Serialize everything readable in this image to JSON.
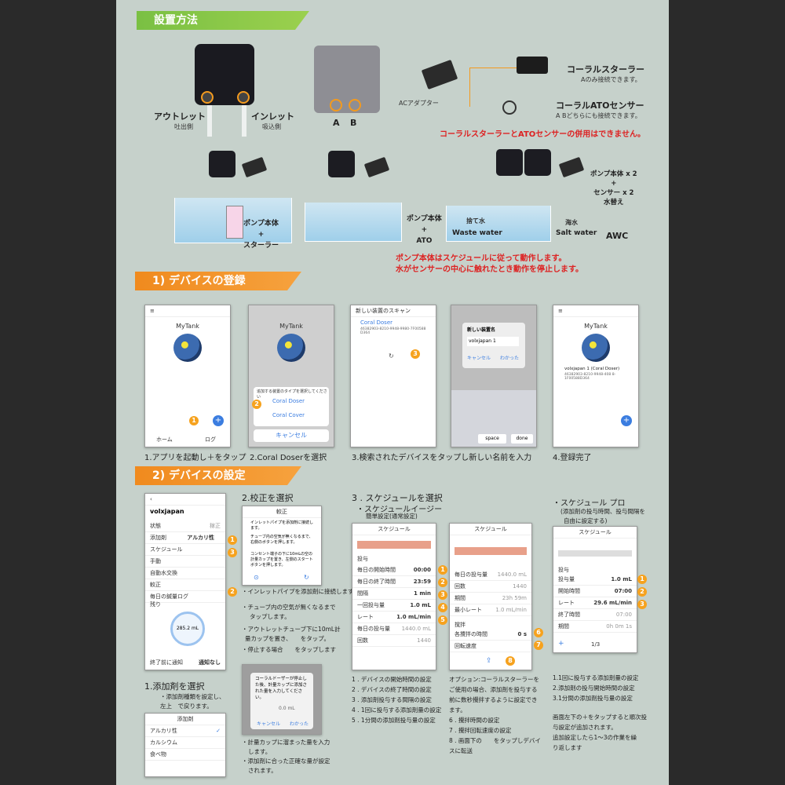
{
  "sections": {
    "install": "設置方法",
    "register": "1) デバイスの登録",
    "setup": "2) デバイスの設定"
  },
  "install": {
    "outlet": "アウトレット",
    "outlet_sub": "吐出側",
    "inlet": "インレット",
    "inlet_sub": "吸込側",
    "port_a": "A",
    "port_b": "B",
    "ac_adapter": "ACアダプター",
    "stirrer_title": "コーラルスターラー",
    "stirrer_sub": "Aのみ接続できます。",
    "ato_title": "コーラルATOセンサー",
    "ato_sub": "A Bどちらにも接続できます。",
    "warning": "コーラルスターラーとATOセンサーの併用はできません。",
    "combo1": "ポンプ本体\n+\nスターラー",
    "combo2": "ポンプ本体\n+\nATO",
    "waste_jp": "捨て水",
    "waste_en": "Waste water",
    "salt_jp": "海水",
    "salt_en": "Salt water",
    "awc": "AWC",
    "combo3": "ポンプ本体 x 2\n+\nセンサー x 2\n水替え",
    "note1": "ポンプ本体はスケジュールに従って動作します。",
    "note2": "水がセンサーの中心に触れたとき動作を停止します。"
  },
  "register": {
    "app_title": "MyTank",
    "scan_title": "新しい装置のスキャン",
    "device_name": "Coral Doser",
    "device_id": "46382903-8210-9948-9980-7F00588D364",
    "rename_title": "新しい装置名",
    "rename_value": "volxjapan 1",
    "cancel": "キャンセル",
    "ok": "わかった",
    "select_title": "追加する装置のタイプを選択してください",
    "opt1": "Coral Doser",
    "opt2": "Coral Cover",
    "done_device": "volxjapan 1 (Coral Doser)",
    "done_id": "46382903-8210-9948-408 8-1F00588D364",
    "nav_home": "ホーム",
    "nav_right": "ログ",
    "space": "space",
    "done": "done",
    "cap1": "1.アプリを起動し＋をタップ",
    "cap2": "2.Coral Doserを選択",
    "cap3": "3.検索されたデバイスをタップし新しい名前を入力",
    "cap4": "4.登録完了"
  },
  "setup": {
    "device_title": "volxjapan",
    "menu": [
      "状態",
      "添加剤",
      "スケジュール",
      "手動",
      "自動水交換",
      "較正",
      "毎日の鍼量ログ"
    ],
    "menu_val_status": "稼正",
    "menu_val_additive": "アルカリ性",
    "remain_label": "残り",
    "remain_value": "285.2 mL",
    "notify_label": "終了前に通知",
    "notify_value": "通知なし",
    "cap_calib": "2.校正を選択",
    "calib_title": "較正",
    "calib_steps": [
      "インレットパイプを添加剤に接続します。",
      "チューブ内の空気が無くなるまで、右側のボタンを押します。",
      "コンセント端子の下に10mLの空の計量カップを置き、左側のスタートボタンを押します。"
    ],
    "calib_notes": [
      "・インレットパイプを添加剤に接続します。",
      "・チューブ内の空気が無くなるまで",
      "タップします。",
      "・アウトレットチューブ下に10mL計",
      "量カップを置き、　　をタップ。",
      "・停止する場合　　をタップします"
    ],
    "dialog_text": "コーラルドーザーが停止した後、計量カップに添加された量を入力してください。",
    "dialog_value": "0.0 mL",
    "measure_notes": [
      "・計量カップに溜まった量を入力",
      "します。",
      "・添加剤に合った正確な量が設定",
      "されます。"
    ],
    "cap_additive": "1.添加剤を選択",
    "additive_notes": [
      "・添加剤種類を設定し、",
      "左上　で戻ります。"
    ],
    "additive_title": "添加剤",
    "additive_list": [
      "アルカリ性",
      "カルシウム",
      "食べ物"
    ],
    "cap_schedule": "3 . スケジュールを選択",
    "cap_easy": "・スケジュールイージー",
    "cap_easy_sub": "簡単設定(通常設定)",
    "schedule_title": "スケジュール",
    "easy_section": "投与",
    "easy_rows": [
      {
        "label": "毎日の開始時間",
        "value": "00:00"
      },
      {
        "label": "毎日の終了時間",
        "value": "23:59"
      },
      {
        "label": "間隔",
        "value": "1 min"
      },
      {
        "label": "一回投与量",
        "value": "1.0 mL"
      },
      {
        "label": "レート",
        "value": "1.0 mL/min"
      },
      {
        "label": "毎日の投与量",
        "value": "1440.0 mL"
      },
      {
        "label": "回数",
        "value": "1440"
      }
    ],
    "stir_rows": [
      {
        "label": "毎日の投与量",
        "value": "1440.0 mL"
      },
      {
        "label": "回数",
        "value": "1440"
      },
      {
        "label": "期間",
        "value": "23h 59m"
      },
      {
        "label": "最小レート",
        "value": "1.0 mL/min"
      }
    ],
    "stir_section": "撹拌",
    "stir_time_label": "各攪拌の時間",
    "stir_time_value": "0 s",
    "stir_speed_label": "回転速度",
    "cap_pro": "・スケジュール プロ",
    "cap_pro_sub1": "(添加剤の投与時間、投与間隔を",
    "cap_pro_sub2": "自由に設定する)",
    "pro_rows": [
      {
        "label": "投与量",
        "value": "1.0 mL"
      },
      {
        "label": "開始時間",
        "value": "07:00"
      },
      {
        "label": "レート",
        "value": "29.6 mL/min"
      },
      {
        "label": "終了時間",
        "value": "07:00"
      },
      {
        "label": "期間",
        "value": "0h 0m 1s"
      }
    ],
    "pro_page": "1/3",
    "easy_notes": [
      "1 . デバイスの開始時間の設定",
      "2 . デバイスの終了時間の設定",
      "3 . 添加剤投与する間隔の設定",
      "4 . 1回に投与する添加剤量の設定",
      "5 . 1分間の添加剤投与量の設定"
    ],
    "stir_notes": [
      "オプション:コーラルスターラーを",
      "ご使用の場合、添加剤を投与する",
      "前に数秒攪拌するように設定でき",
      "ます。",
      "6 . 攪拌時間の設定",
      "7 . 攪拌回転速度の設定",
      "8 . 画面下の　　をタップしデバイ",
      "スに転送"
    ],
    "pro_notes1": [
      "1.1回に投与する添加剤量の設定",
      "2.添加剤の投与開始時間の設定",
      "3.1分間の添加剤投与量の設定"
    ],
    "pro_notes2": [
      "画面左下の＋をタップすると順次投",
      "与設定が追加されます。",
      "追加設定したら1～3の作業を繰",
      "り返します"
    ]
  }
}
